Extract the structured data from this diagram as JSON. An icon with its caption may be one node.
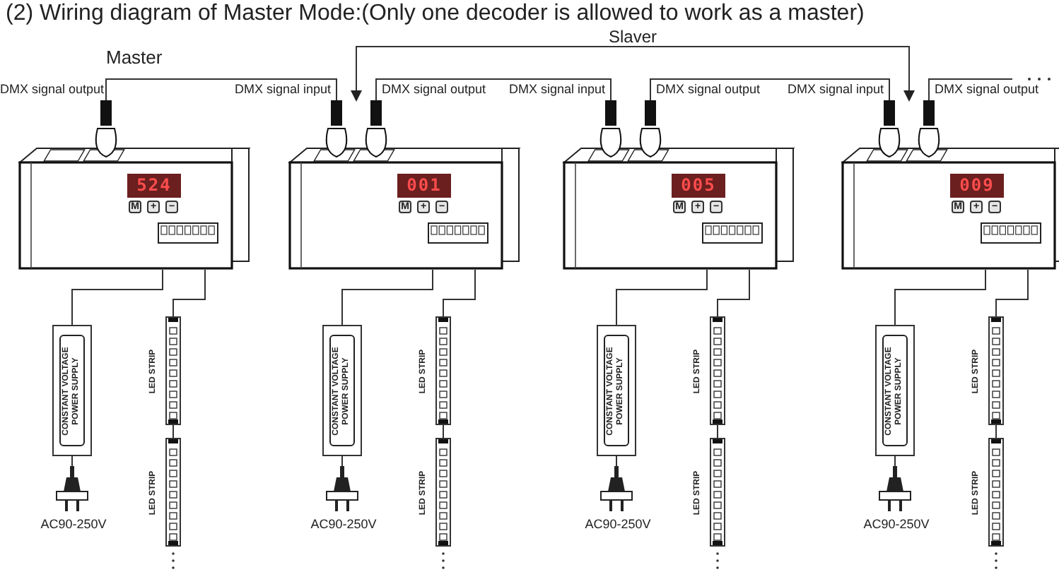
{
  "diagram": {
    "title": "(2) Wiring diagram of Master Mode:(Only one decoder is allowed to work as a master)",
    "nodes": [
      {
        "text": [
          "524",
          "M",
          "+",
          "−"
        ],
        "beside": [
          "DMX signal output"
        ]
      },
      {
        "text": [
          "CONSTANT VOLTAGE POWER SUPPLY"
        ]
      },
      {
        "text": [],
        "shape": "plug",
        "beside": [
          "AC90-250V"
        ]
      },
      {
        "text": [
          "LED STRIP"
        ]
      },
      {
        "text": [
          "LED STRIP"
        ]
      },
      {
        "text": [
          "001",
          "M",
          "+",
          "−"
        ],
        "beside": [
          "DMX signal input",
          "DMX signal output"
        ]
      },
      {
        "text": [
          "CONSTANT VOLTAGE POWER SUPPLY"
        ]
      },
      {
        "text": [],
        "shape": "plug",
        "beside": [
          "AC90-250V"
        ]
      },
      {
        "text": [
          "LED STRIP"
        ]
      },
      {
        "text": [
          "LED STRIP"
        ]
      },
      {
        "text": [
          "005",
          "M",
          "+",
          "−"
        ],
        "beside": [
          "DMX signal input",
          "DMX signal output"
        ]
      },
      {
        "text": [
          "CONSTANT VOLTAGE POWER SUPPLY"
        ]
      },
      {
        "text": [],
        "shape": "plug",
        "beside": [
          "AC90-250V"
        ]
      },
      {
        "text": [
          "LED STRIP"
        ]
      },
      {
        "text": [
          "LED STRIP"
        ]
      },
      {
        "text": [
          "009",
          "M",
          "+",
          "−"
        ],
        "beside": [
          "DMX signal input",
          "DMX signal output"
        ]
      },
      {
        "text": [
          "CONSTANT VOLTAGE POWER SUPPLY"
        ]
      },
      {
        "text": [],
        "shape": "plug",
        "beside": [
          "AC90-250V"
        ]
      },
      {
        "text": [
          "LED STRIP"
        ]
      },
      {
        "text": [
          "LED STRIP"
        ]
      }
    ],
    "edges": [
      {
        "from": 2,
        "to": 1,
        "arrow": "none"
      },
      {
        "from": 1,
        "to": 0,
        "arrow": "none"
      },
      {
        "from": 0,
        "to": 3,
        "arrow": "none"
      },
      {
        "from": 3,
        "to": 4,
        "arrow": "none"
      },
      {
        "from": 7,
        "to": 6,
        "arrow": "none"
      },
      {
        "from": 6,
        "to": 5,
        "arrow": "none"
      },
      {
        "from": 5,
        "to": 8,
        "arrow": "none"
      },
      {
        "from": 8,
        "to": 9,
        "arrow": "none"
      },
      {
        "from": 12,
        "to": 11,
        "arrow": "none"
      },
      {
        "from": 11,
        "to": 10,
        "arrow": "none"
      },
      {
        "from": 10,
        "to": 13,
        "arrow": "none"
      },
      {
        "from": 13,
        "to": 14,
        "arrow": "none"
      },
      {
        "from": 17,
        "to": 16,
        "arrow": "none"
      },
      {
        "from": 16,
        "to": 15,
        "arrow": "none"
      },
      {
        "from": 15,
        "to": 18,
        "arrow": "none"
      },
      {
        "from": 18,
        "to": 19,
        "arrow": "none"
      },
      {
        "from": 0,
        "to": 5,
        "arrow": "none"
      },
      {
        "from": 5,
        "to": 10,
        "arrow": "none"
      },
      {
        "from": 10,
        "to": 15,
        "arrow": "none"
      },
      {
        "from": 15,
        "to": null,
        "arrow": "none"
      },
      {
        "from": 5,
        "to": 15,
        "arrow": "both",
        "label": "Slaver"
      }
    ],
    "labels": [
      "Master"
    ]
  }
}
